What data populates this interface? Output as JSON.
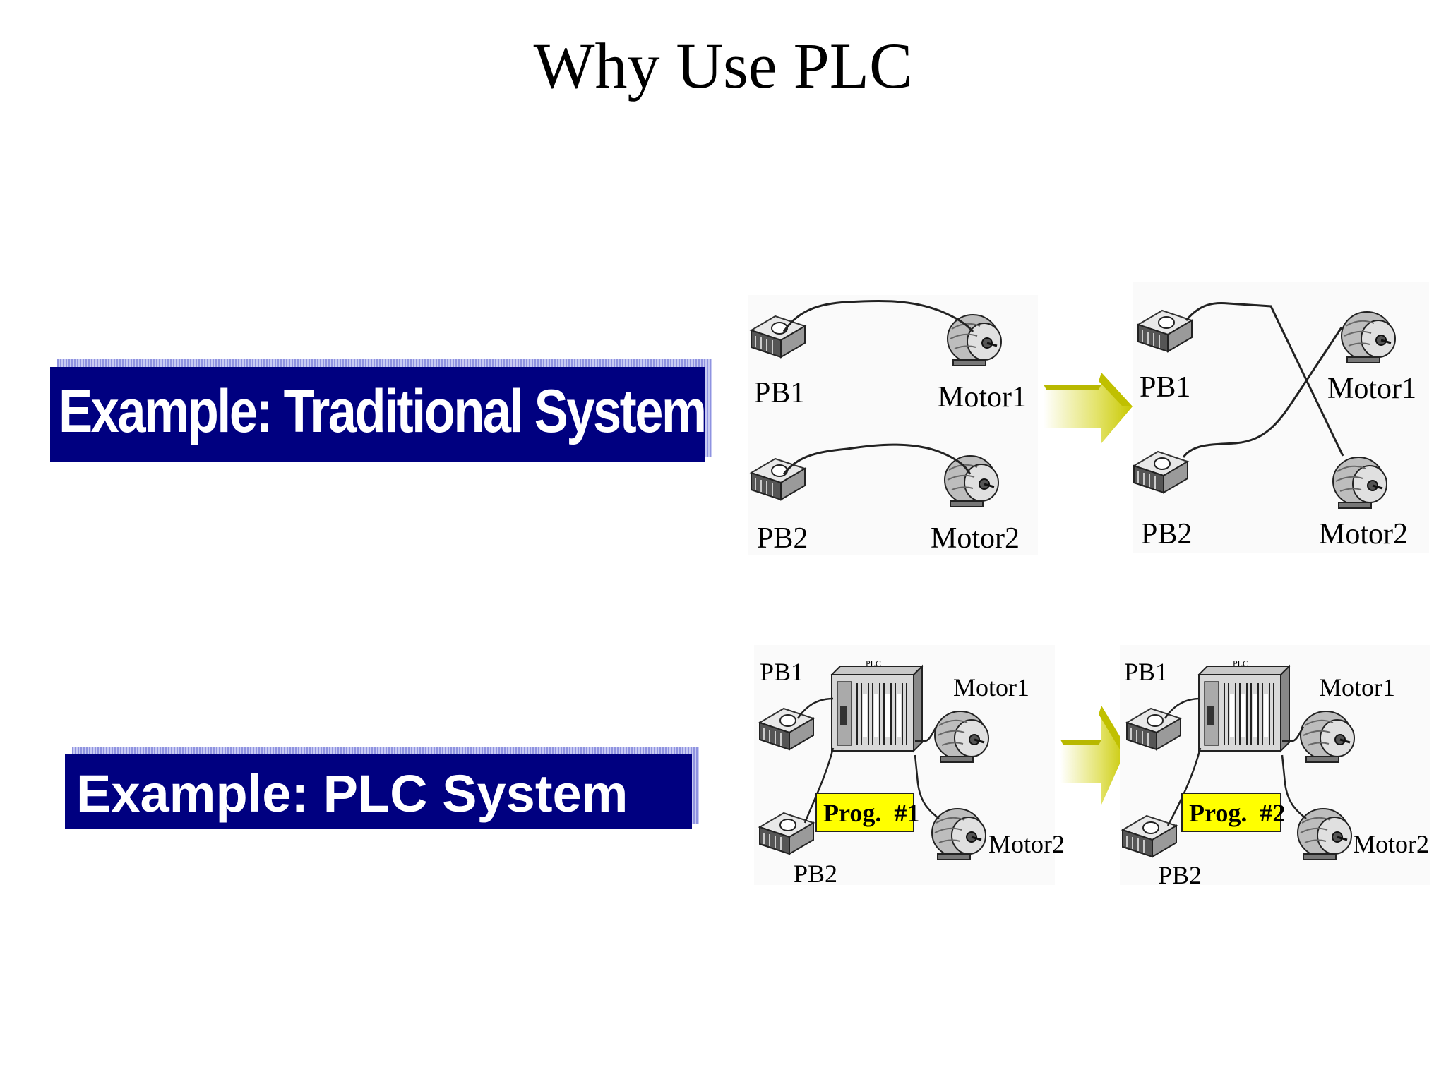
{
  "slide": {
    "title": "Why Use PLC"
  },
  "banners": {
    "traditional": "Example: Traditional System",
    "plc": "Example: PLC System"
  },
  "traditional": {
    "before": {
      "pb1": "PB1",
      "motor1": "Motor1",
      "pb2": "PB2",
      "motor2": "Motor2"
    },
    "after": {
      "pb1": "PB1",
      "motor1": "Motor1",
      "pb2": "PB2",
      "motor2": "Motor2"
    }
  },
  "plc_system": {
    "before": {
      "pb1": "PB1",
      "pb2": "PB2",
      "motor1": "Motor1",
      "motor2": "Motor2",
      "plc": "PLC",
      "prog": "Prog.  #1"
    },
    "after": {
      "pb1": "PB1",
      "pb2": "PB2",
      "motor1": "Motor1",
      "motor2": "Motor2",
      "plc": "PLC",
      "prog": "Prog.  #2"
    }
  },
  "colors": {
    "banner": "#000080",
    "prog_box": "#ffff00",
    "arrow": "#d6d600"
  }
}
